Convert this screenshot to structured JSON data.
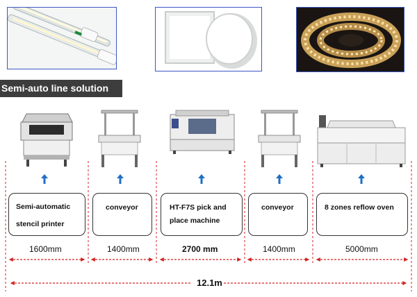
{
  "section_title": "Semi-auto line solution",
  "products": [
    {
      "name": "led-tube-light-photo"
    },
    {
      "name": "led-panel-light-photo"
    },
    {
      "name": "led-strip-light-photo"
    }
  ],
  "line": [
    {
      "label_line1": "Semi-automatic",
      "label_line2": "stencil printer",
      "length": "1600mm",
      "length_bold": false
    },
    {
      "label_line1": "conveyor",
      "label_line2": "",
      "length": "1400mm",
      "length_bold": false
    },
    {
      "label_line1": "HT-F7S pick and",
      "label_line2": "place machine",
      "length": "2700 mm",
      "length_bold": true
    },
    {
      "label_line1": "conveyor",
      "label_line2": "",
      "length": "1400mm",
      "length_bold": false
    },
    {
      "label_line1": "8 zones reflow oven",
      "label_line2": "",
      "length": "5000mm",
      "length_bold": false
    }
  ],
  "total_length": "12.1m",
  "colors": {
    "arrow_red": "#d42020",
    "arrow_blue": "#1f6fc4",
    "banner_bg": "#3d3d3d",
    "photo_border": "#3b57c4"
  }
}
